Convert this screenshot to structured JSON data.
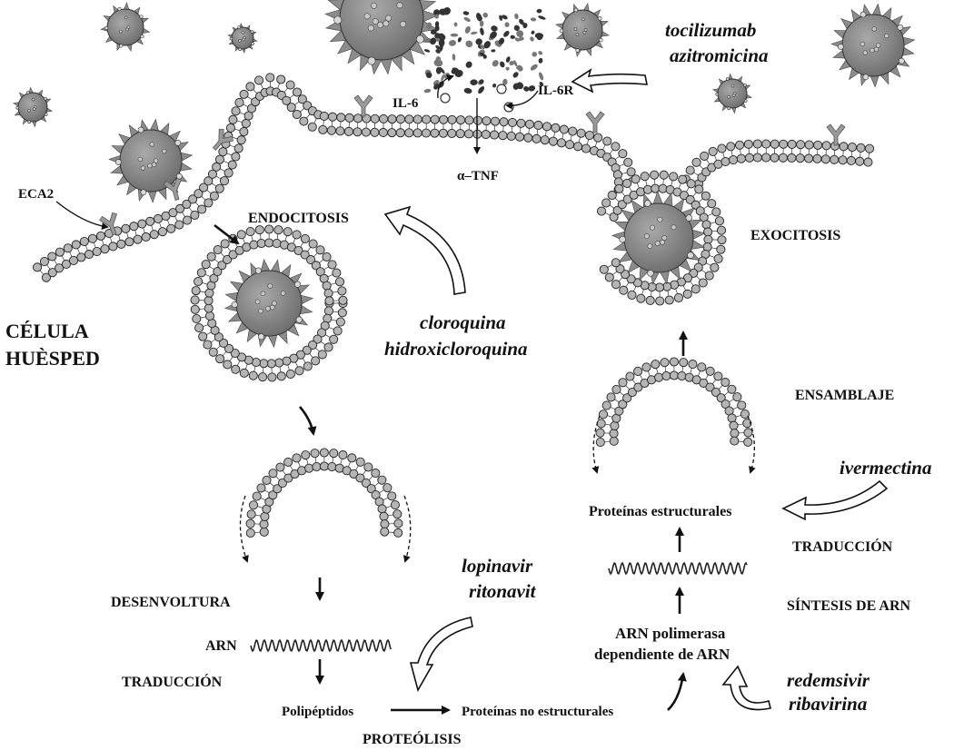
{
  "cell_label": {
    "line1": "CÉLULA",
    "line2": "HUÈSPED"
  },
  "receptors": {
    "eca2": "ECA2",
    "il6": "IL-6",
    "il6r": "IL-6R",
    "tnf": "α–TNF"
  },
  "stages": {
    "endocytosis": "ENDOCITOSIS",
    "exocytosis": "EXOCITOSIS",
    "assembly": "ENSAMBLAJE",
    "translation_right": "TRADUCCIÓN",
    "rna_synthesis": "SÍNTESIS DE ARN",
    "uncoating": "DESENVOLTURA",
    "rna": "ARN",
    "translation_left": "TRADUCCIÓN",
    "proteolysis": "PROTEÓLISIS"
  },
  "products": {
    "structural_proteins": "Proteínas estructurales",
    "polypeptides": "Polipéptidos",
    "nonstructural_proteins": "Proteínas no estructurales",
    "polymerase_line1": "ARN polimerasa",
    "polymerase_line2": "dependiente de ARN"
  },
  "drugs": {
    "top_1": "tocilizumab",
    "top_2": "azitromicina",
    "endo_1": "cloroquina",
    "endo_2": "hidroxicloroquina",
    "ivermectin": "ivermectina",
    "lopi_1": "lopinavir",
    "lopi_2": "ritonavit",
    "rem_1": "redemsivir",
    "rem_2": "ribavirina"
  }
}
